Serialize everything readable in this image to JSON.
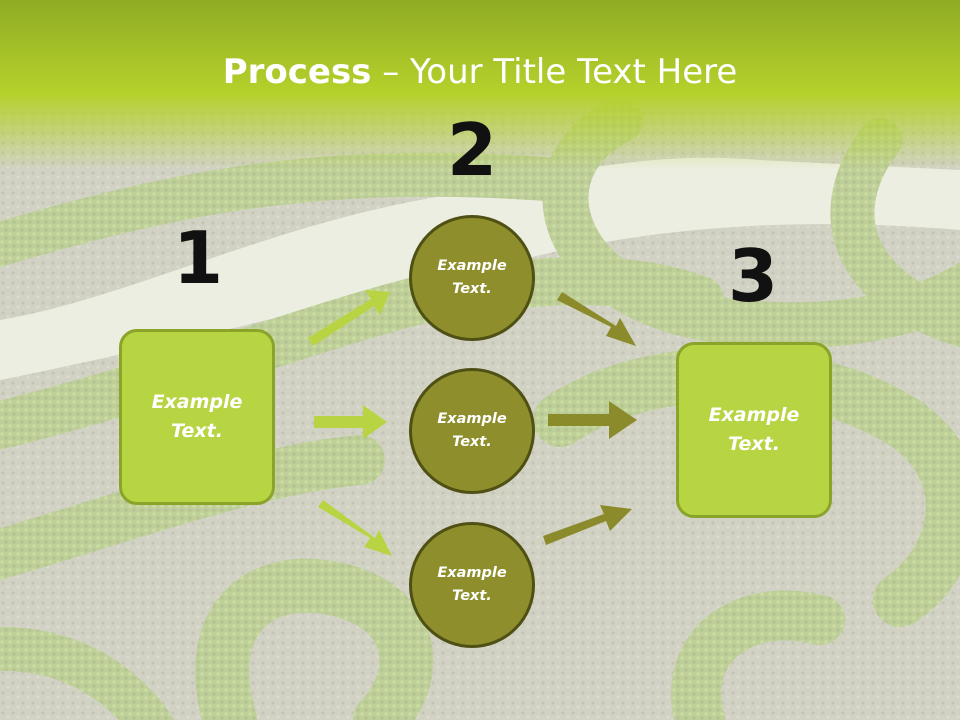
{
  "slide": {
    "title_bold": "Process",
    "title_rest": " – Your Title Text Here"
  },
  "steps": {
    "step1_number": "1",
    "step2_number": "2",
    "step3_number": "3"
  },
  "nodes": {
    "left_box": {
      "line1": "Example",
      "line2": "Text."
    },
    "circle_top": {
      "line1": "Example",
      "line2": "Text."
    },
    "circle_middle": {
      "line1": "Example",
      "line2": "Text."
    },
    "circle_bottom": {
      "line1": "Example",
      "line2": "Text."
    },
    "right_box": {
      "line1": "Example",
      "line2": "Text."
    }
  },
  "colors": {
    "header_green": "#b5d12b",
    "box_fill": "#b7d443",
    "circle_fill": "#8e8f2c",
    "arrow_light": "#b8d443",
    "arrow_dark": "#8b8b2b"
  }
}
